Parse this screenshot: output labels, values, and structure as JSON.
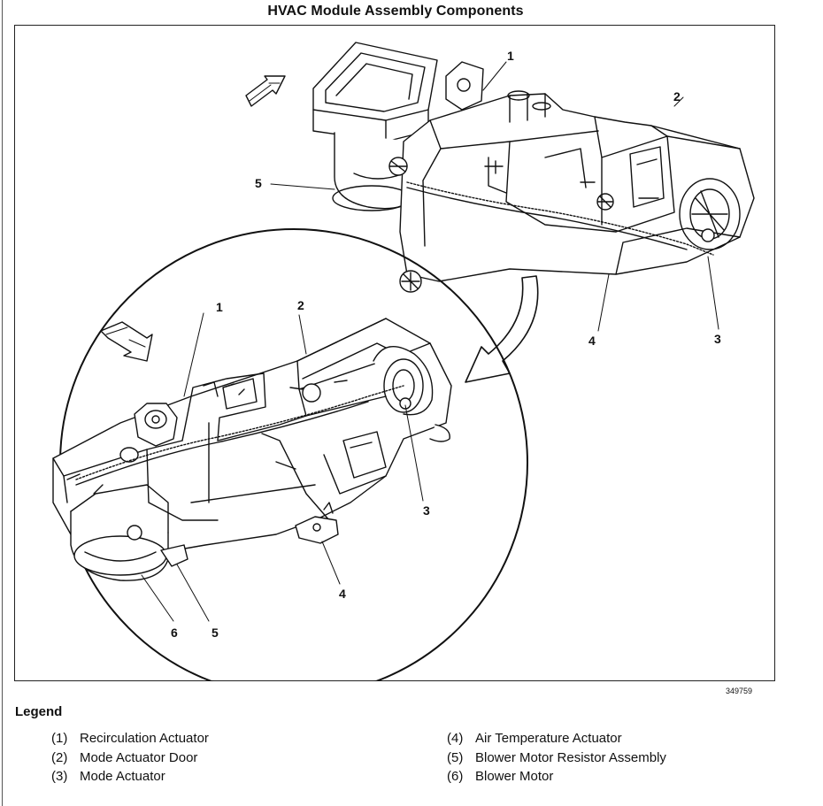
{
  "title": "HVAC Module Assembly Components",
  "figure_id": "349759",
  "callouts": {
    "top_1": "1",
    "top_2": "2",
    "top_3": "3",
    "top_4": "4",
    "top_5": "5",
    "inset_1": "1",
    "inset_2": "2",
    "inset_3": "3",
    "inset_4": "4",
    "inset_5": "5",
    "inset_6": "6"
  },
  "legend": {
    "title": "Legend",
    "items": [
      {
        "num": "(1)",
        "label": "Recirculation Actuator"
      },
      {
        "num": "(2)",
        "label": "Mode Actuator Door"
      },
      {
        "num": "(3)",
        "label": "Mode Actuator"
      },
      {
        "num": "(4)",
        "label": "Air Temperature Actuator"
      },
      {
        "num": "(5)",
        "label": "Blower Motor Resistor Assembly"
      },
      {
        "num": "(6)",
        "label": "Blower Motor"
      }
    ]
  }
}
